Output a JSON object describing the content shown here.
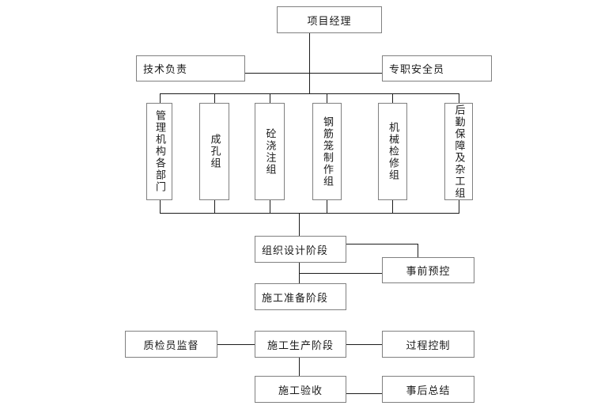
{
  "diagram": {
    "type": "org-flow-chart",
    "background_color": "#ffffff",
    "box_border_color": "#808080",
    "line_color": "#1c1c1c",
    "text_color": "#1a1a1a",
    "nodes": {
      "project_manager": {
        "label": "项目经理"
      },
      "technical_lead": {
        "label": "技术负责"
      },
      "safety_officer": {
        "label": "专职安全员"
      },
      "teams": [
        {
          "id": "management-departments",
          "label": "管理机构各部门"
        },
        {
          "id": "hole-forming-team",
          "label": "成孔组"
        },
        {
          "id": "concrete-pouring-team",
          "label": "砼浇注组"
        },
        {
          "id": "rebar-cage-fabrication-team",
          "label": "钢筋笼制作组"
        },
        {
          "id": "machinery-maintenance-team",
          "label": "机械检修组"
        },
        {
          "id": "logistics-support-team",
          "label": "后勤保障及杂工组"
        }
      ],
      "org_design_phase": {
        "label": "组织设计阶段"
      },
      "pre_event_control": {
        "label": "事前预控"
      },
      "prep_phase": {
        "label": "施工准备阶段"
      },
      "qc_supervision": {
        "label": "质检员监督"
      },
      "production_phase": {
        "label": "施工生产阶段"
      },
      "process_control": {
        "label": "过程控制"
      },
      "acceptance": {
        "label": "施工验收"
      },
      "post_summary": {
        "label": "事后总结"
      }
    }
  }
}
